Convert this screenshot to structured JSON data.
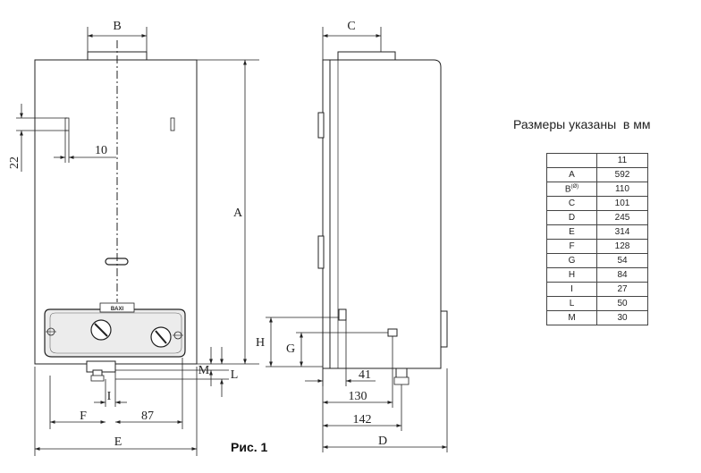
{
  "note": "Размеры указаны  в мм",
  "figure_caption": "Рис. 1",
  "brand_label": "BAXI",
  "table": {
    "header": [
      "",
      "11"
    ],
    "rows": [
      {
        "key": "A",
        "sup": "",
        "value": "592"
      },
      {
        "key": "B",
        "sup": "(Ø)",
        "value": "110"
      },
      {
        "key": "C",
        "sup": "",
        "value": "101"
      },
      {
        "key": "D",
        "sup": "",
        "value": "245"
      },
      {
        "key": "E",
        "sup": "",
        "value": "314"
      },
      {
        "key": "F",
        "sup": "",
        "value": "128"
      },
      {
        "key": "G",
        "sup": "",
        "value": "54"
      },
      {
        "key": "H",
        "sup": "",
        "value": "84"
      },
      {
        "key": "I",
        "sup": "",
        "value": "27"
      },
      {
        "key": "L",
        "sup": "",
        "value": "50"
      },
      {
        "key": "M",
        "sup": "",
        "value": "30"
      }
    ]
  },
  "dimension_labels": {
    "A": "A",
    "B": "B",
    "C": "C",
    "D": "D",
    "E": "E",
    "F": "F",
    "G": "G",
    "H": "H",
    "I": "I",
    "L": "L",
    "M": "M",
    "n10": "10",
    "n22": "22",
    "n41": "41",
    "n87": "87",
    "n130": "130",
    "n142": "142"
  }
}
